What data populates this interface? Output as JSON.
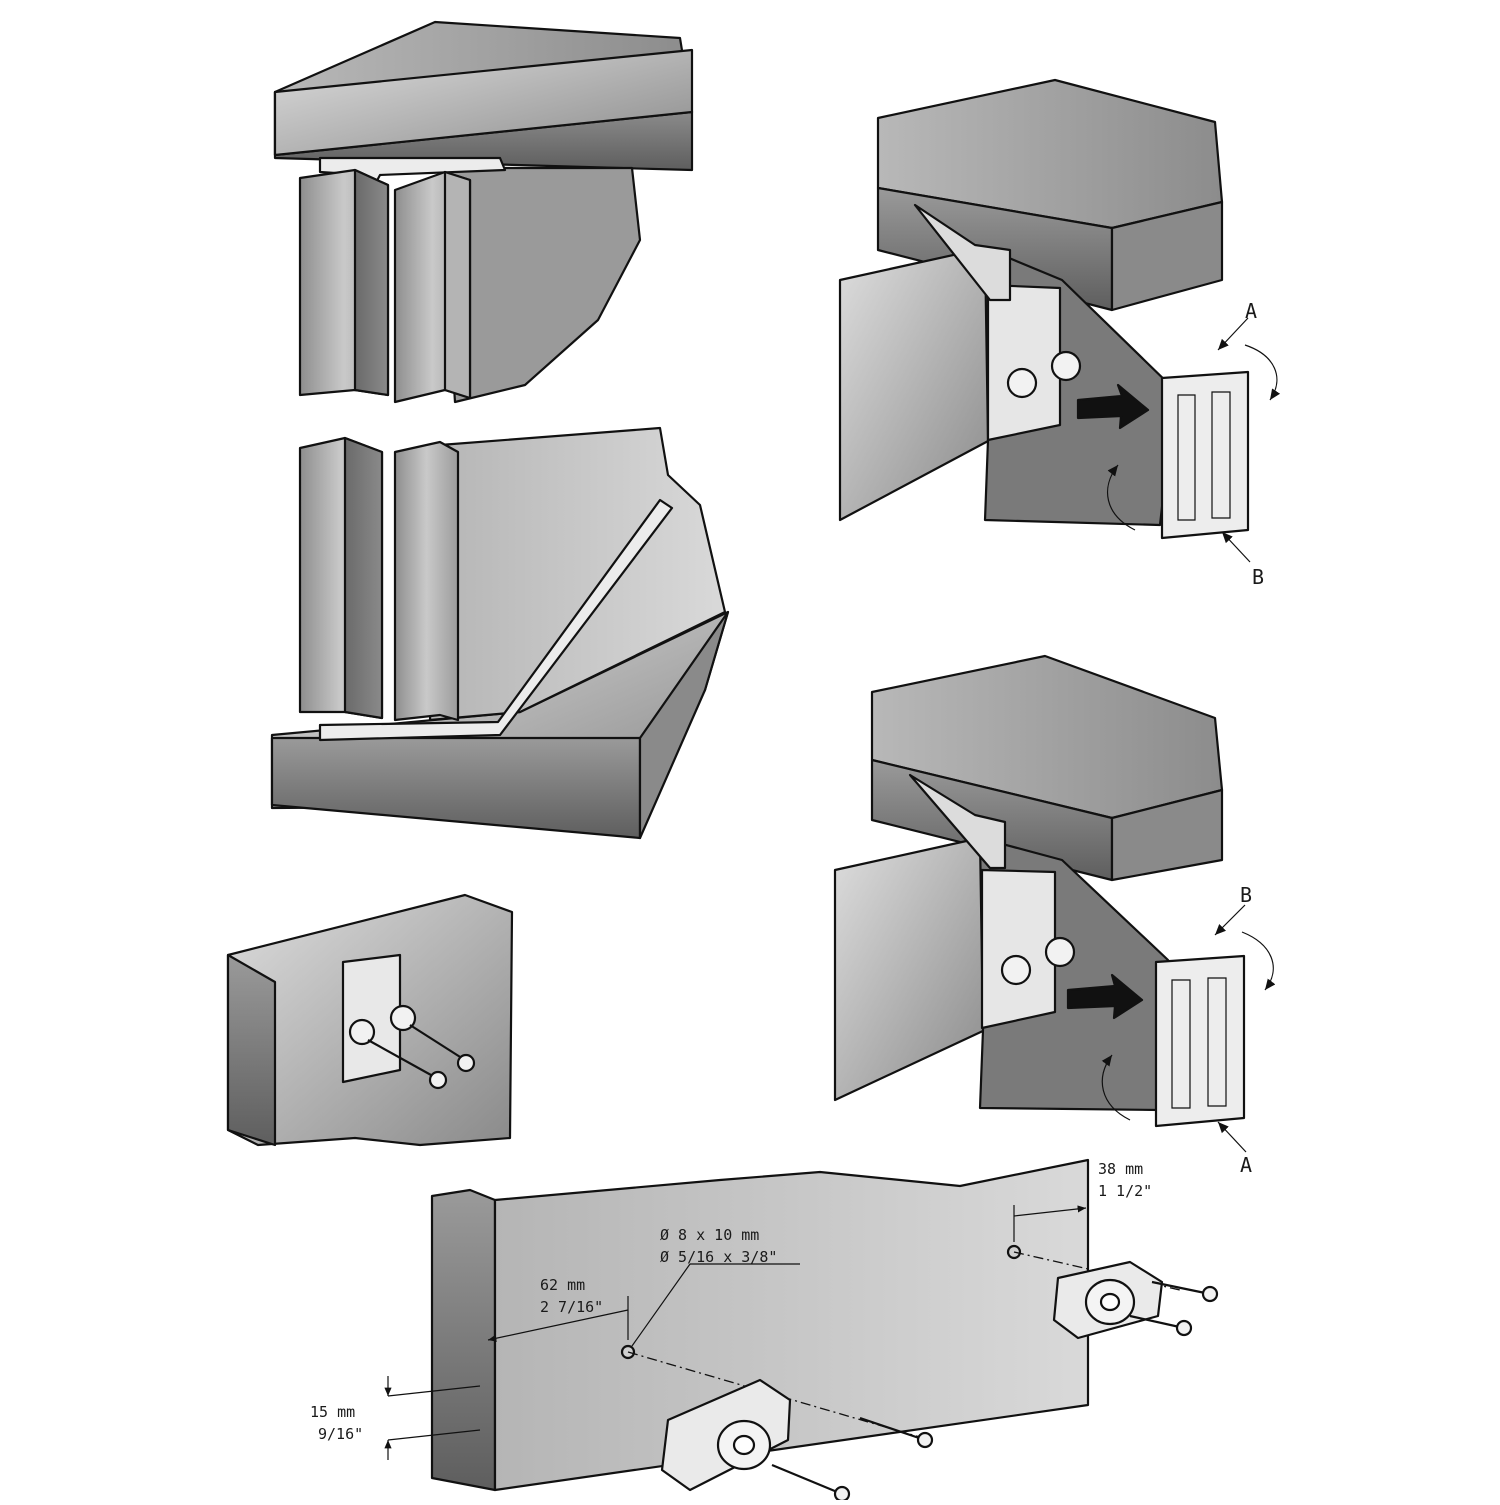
{
  "labels": {
    "clip_top_upper": "A",
    "clip_bottom_upper": "B",
    "clip_top_lower": "B",
    "clip_bottom_lower": "A"
  },
  "dimensions": {
    "edge_offset_mm": "38 mm",
    "edge_offset_in": "1 1/2\"",
    "hole_mm": "Ø 8 x 10 mm",
    "hole_in": "Ø 5/16 x 3/8\"",
    "side_offset_mm": "62 mm",
    "side_offset_in": "2 7/16\"",
    "height_mm": "15 mm",
    "height_in": "9/16\""
  },
  "colors": {
    "outline": "#111111",
    "panel_light": "#d6d6d6",
    "panel_mid": "#a6a6a6",
    "panel_dark": "#6e6e6e",
    "metal": "#ececec"
  }
}
